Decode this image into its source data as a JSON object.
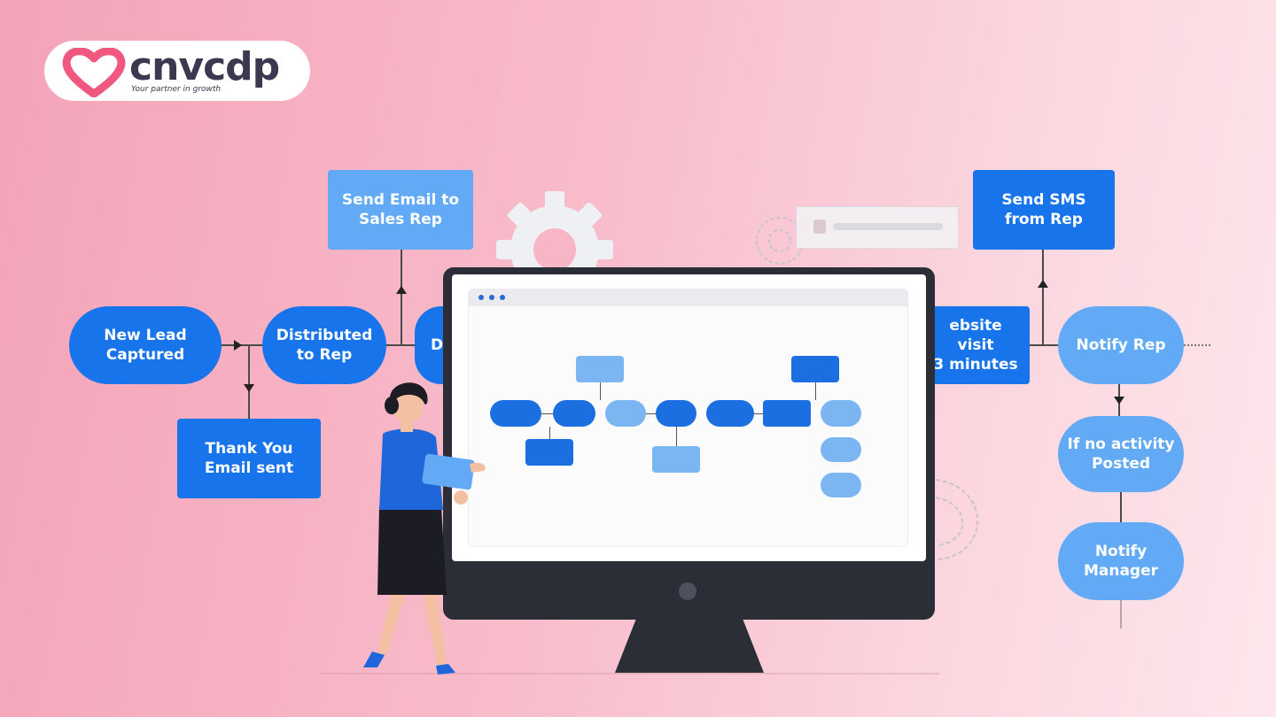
{
  "brand": {
    "name": "cnvcdp",
    "tagline": "Your partner in growth",
    "heart_color": "#f0587f",
    "text_color": "#3a3950"
  },
  "colors": {
    "node_dark": "#1874ea",
    "node_light": "#62aaf5",
    "background_start": "#f4a3b8",
    "background_end": "#fde7ec"
  },
  "flow": {
    "new_lead": "New Lead\nCaptured",
    "distributed": "Distributed\nto Rep",
    "send_email": "Send Email to\nSales Rep",
    "thank_you": "Thank You\nEmail sent",
    "partial_hidden": "D",
    "website_visit": "ebsite visit\n3 minutes",
    "send_sms": "Send SMS\nfrom Rep",
    "notify_rep": "Notify Rep",
    "no_activity": "If no activity\nPosted",
    "notify_manager": "Notify\nManager"
  },
  "icons": [
    "heart-logo-icon",
    "gear-icon",
    "user-card-icon"
  ]
}
